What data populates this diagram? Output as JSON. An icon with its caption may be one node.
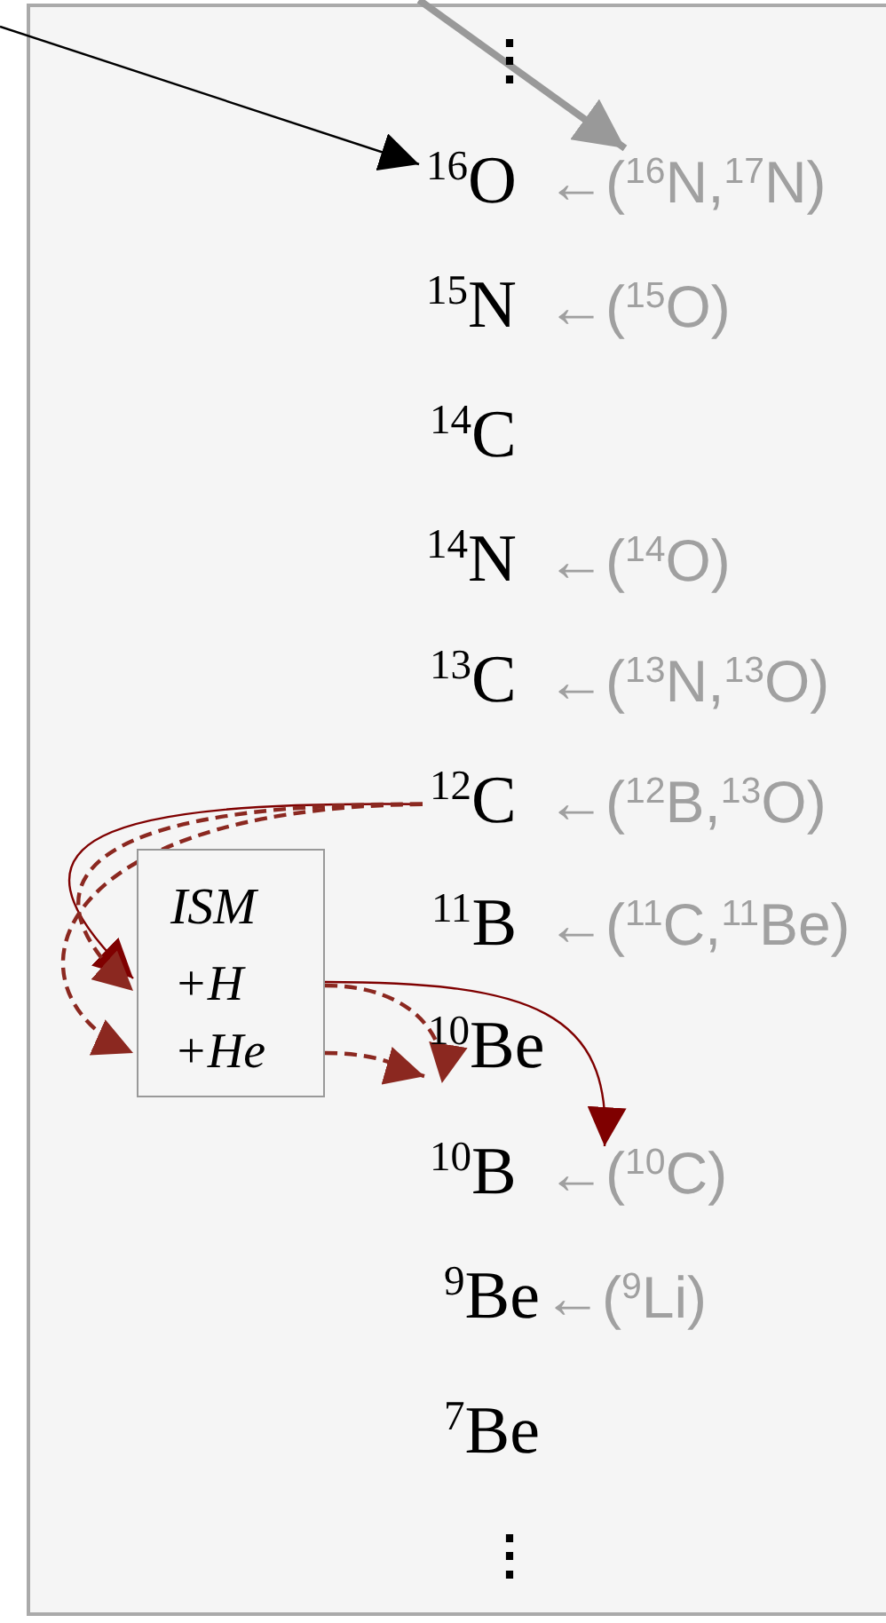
{
  "diagram": {
    "nodes": [
      {
        "text": [],
        "shape": "box"
      },
      {
        "text": [
          "$^{16}$O"
        ],
        "in": 0
      },
      {
        "text": [
          "←($^{16}$N,$^{17}$N)"
        ],
        "in": 0
      },
      {
        "text": [
          "$^{15}$N"
        ],
        "in": 0
      },
      {
        "text": [
          "←($^{15}$O)"
        ],
        "in": 0
      },
      {
        "text": [
          "$^{14}$C"
        ],
        "in": 0
      },
      {
        "text": [
          "$^{14}$N"
        ],
        "in": 0
      },
      {
        "text": [
          "←($^{14}$O)"
        ],
        "in": 0
      },
      {
        "text": [
          "$^{13}$C"
        ],
        "in": 0
      },
      {
        "text": [
          "←($^{13}$N,$^{13}$O)"
        ],
        "in": 0
      },
      {
        "text": [
          "$^{12}$C"
        ],
        "in": 0
      },
      {
        "text": [
          "←($^{12}$B,$^{13}$O)"
        ],
        "in": 0
      },
      {
        "text": [
          "ISM",
          "+H",
          "+He"
        ],
        "in": 0
      },
      {
        "text": [
          "$^{11}$B"
        ],
        "in": 0
      },
      {
        "text": [
          "←($^{11}$C,$^{11}$Be)"
        ],
        "in": 0
      },
      {
        "text": [
          "$^{10}$Be"
        ],
        "in": 0
      },
      {
        "text": [
          "$^{10}$B"
        ],
        "in": 0
      },
      {
        "text": [
          "←($^{10}$C)"
        ],
        "in": 0
      },
      {
        "text": [
          "$^{9}$Be"
        ],
        "in": 0
      },
      {
        "text": [
          "←($^{9}$Li)"
        ],
        "in": 0
      },
      {
        "text": [
          "$^{7}$Be"
        ],
        "in": 0
      }
    ],
    "edges": [
      {
        "from": null,
        "to": 1,
        "arrow": "to",
        "color": "#000000"
      },
      {
        "from": null,
        "to": 2,
        "arrow": "to",
        "style": "thick",
        "color": "#999999"
      },
      {
        "from": 10,
        "to": 12,
        "arrow": "to",
        "color": "#7f0000"
      },
      {
        "from": 10,
        "to": 12,
        "arrow": "to",
        "style": "dashed",
        "color": "#8b2820"
      },
      {
        "from": 10,
        "to": 12,
        "arrow": "to",
        "style": "dashed",
        "color": "#8b2820"
      },
      {
        "from": 12,
        "to": 15,
        "arrow": "to",
        "style": "dashed",
        "color": "#8b2820"
      },
      {
        "from": 12,
        "to": 15,
        "arrow": "to",
        "style": "dashed",
        "color": "#8b2820"
      },
      {
        "from": 12,
        "to": 17,
        "arrow": "to",
        "color": "#7f0000"
      }
    ],
    "labels": [
      "⋮",
      "⋮"
    ]
  }
}
